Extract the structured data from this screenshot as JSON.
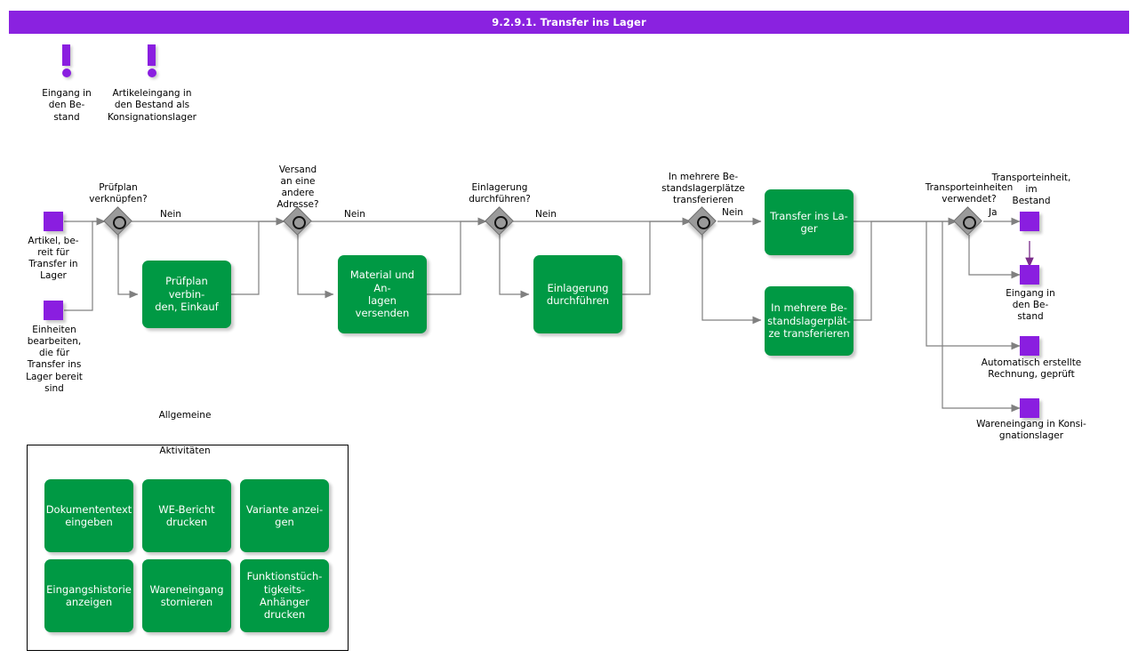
{
  "titlebar": {
    "title": "9.2.9.1. Transfer ins Lager",
    "bg": "#8a22e0",
    "fg": "#ffffff"
  },
  "colors": {
    "task": "#009944",
    "event": "#8a1ee0",
    "gateway": "#9a9a9a",
    "connector": "#808080",
    "message_flow": "#7a2b8a"
  },
  "start_events": [
    {
      "name": "eingang-in-den-bestand",
      "label": "Eingang in\nden Be-\nstand"
    },
    {
      "name": "artikeleingang-konsignationslager",
      "label": "Artikeleingang  in\nden Bestand  als\nKonsignationslager"
    }
  ],
  "inputs": [
    {
      "name": "artikel-bereit",
      "label": "Artikel, be-\nreit für\nTransfer in\nLager"
    },
    {
      "name": "einheiten-bearbeiten",
      "label": "Einheiten\nbearbeiten,\ndie für\nTransfer ins\nLager bereit\nsind"
    }
  ],
  "gateways": [
    {
      "name": "pruefplan-verknuepfen",
      "label": "Prüfplan\nverknüpfen?",
      "branch": "Nein"
    },
    {
      "name": "versand-andere-adresse",
      "label": "Versand\nan eine\nandere\nAdresse?",
      "branch": "Nein"
    },
    {
      "name": "einlagerung-durchfuehren",
      "label": "Einlagerung\ndurchführen?",
      "branch": "Nein"
    },
    {
      "name": "in-mehrere-bestandslagerplaetze",
      "label": "In mehrere  Be-\nstandslagerplätze\ntransferieren",
      "branch": "Nein"
    },
    {
      "name": "transporteinheiten-verwendet",
      "label": "Transporteinheiten\nverwendet?",
      "branch": "Ja"
    }
  ],
  "tasks": [
    {
      "name": "pruefplan-verbinden-einkauf",
      "label": "Prüfplan verbin-\nden, Einkauf"
    },
    {
      "name": "material-anlagen-versenden",
      "label": "Material und An-\nlagen versenden"
    },
    {
      "name": "einlagerung-durchfuehren",
      "label": "Einlagerung\ndurchführen"
    },
    {
      "name": "transfer-ins-lager",
      "label": "Transfer ins La-\nger"
    },
    {
      "name": "in-mehrere-bestandslagerplaetze-transferieren",
      "label": "In mehrere  Be-\nstandslagerplät-\nze  transferieren"
    }
  ],
  "outputs": [
    {
      "name": "transporteinheit-im-bestand",
      "label": "Transporteinheit,\nim\nBestand"
    },
    {
      "name": "eingang-in-den-bestand-out",
      "label": "Eingang in\nden Be-\nstand"
    },
    {
      "name": "automatisch-erstellte-rechnung",
      "label": "Automatisch erstellte\nRechnung, geprüft"
    },
    {
      "name": "wareneingang-konsignationslager",
      "label": "Wareneingang  in  Konsi-\ngnationslager"
    }
  ],
  "group": {
    "title": "Allgemeine\n\nAktivitäten",
    "items": [
      {
        "name": "dokumententext-eingeben",
        "label": "Dokumententext\neingeben"
      },
      {
        "name": "we-bericht-drucken",
        "label": "WE-Bericht\ndrucken"
      },
      {
        "name": "variante-anzeigen",
        "label": "Variante anzei-\ngen"
      },
      {
        "name": "eingangshistorie-anzeigen",
        "label": "Eingangshistorie\nanzeigen"
      },
      {
        "name": "wareneingang-stornieren",
        "label": "Wareneingang\nstornieren"
      },
      {
        "name": "funktionstuechtigkeits-anhaenger-drucken",
        "label": "Funktionstüch-\ntigkeits-\nAnhänger\ndrucken"
      }
    ]
  }
}
